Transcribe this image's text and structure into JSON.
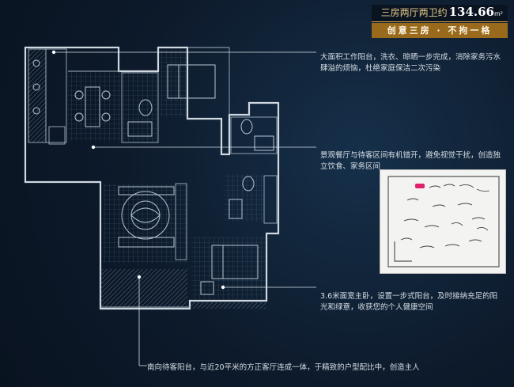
{
  "header": {
    "title_cn": "三房两厅两卫约",
    "title_area": "134.66",
    "title_unit": "m²",
    "slogan": "创意三房 · 不拘一格"
  },
  "notes": {
    "n1": "大面积工作阳台，洗衣、晾晒一步完成，消除家务污水肆溢的烦恼，杜绝家庭保洁二次污染",
    "n2": "景观餐厅与待客区间有机错开，避免视觉干扰，创造独立饮食、家务区间",
    "n3": "3.6米面宽主卧，设置一步式阳台，及时接纳充足的阳光和绿意，收获您的个人健康空间",
    "n4": "南向待客阳台，与近20平米的方正客厅连成一体，于精致的户型配比中，创造主人"
  },
  "colors": {
    "background": "#0d1a2b",
    "accent_gold": "#d9a441",
    "slogan_bg": "#9a6a1c",
    "highlight": "#e0206a"
  }
}
